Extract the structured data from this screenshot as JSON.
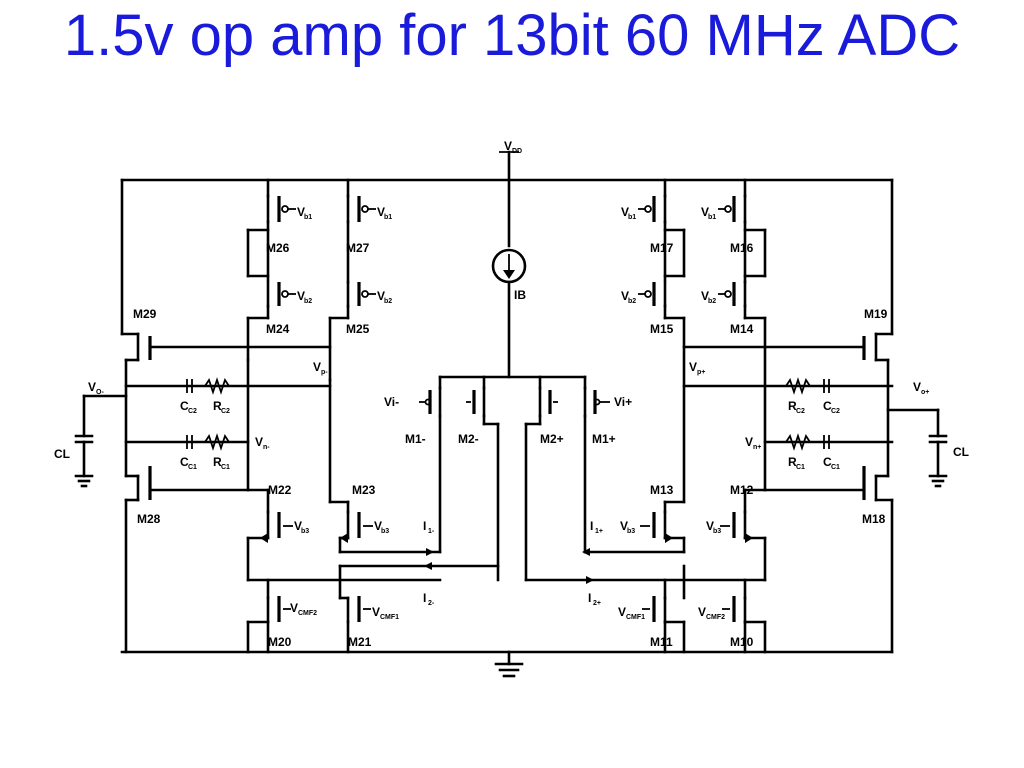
{
  "slide": {
    "title": "1.5v op amp for 13bit 60 MHz ADC"
  },
  "schematic": {
    "supply_label": "V",
    "supply_sub": "DD",
    "bias_current_label": "IB",
    "ground": "ground",
    "transistors": {
      "m26": "M26",
      "m27": "M27",
      "m24": "M24",
      "m25": "M25",
      "m29": "M29",
      "m28": "M28",
      "m22": "M22",
      "m23": "M23",
      "m20": "M20",
      "m21": "M21",
      "m17": "M17",
      "m16": "M16",
      "m15": "M15",
      "m14": "M14",
      "m19": "M19",
      "m18": "M18",
      "m13": "M13",
      "m12": "M12",
      "m11": "M11",
      "m10": "M10",
      "m1m": "M1-",
      "m2m": "M2-",
      "m2p": "M2+",
      "m1p": "M1+"
    },
    "bias": {
      "v": "V",
      "b1": "b1",
      "b2": "b2",
      "b3": "b3",
      "cmf1": "CMF1",
      "cmf2": "CMF2"
    },
    "nodes": {
      "vp_minus": "V",
      "vp_minus_sub": "p-",
      "vn_minus": "V",
      "vn_minus_sub": "n-",
      "vp_plus": "V",
      "vp_plus_sub": "p+",
      "vn_plus": "V",
      "vn_plus_sub": "n+",
      "vo_minus": "V",
      "vo_minus_sub": "O-",
      "vo_plus": "V",
      "vo_plus_sub": "o+",
      "vi_minus": "Vi-",
      "vi_plus": "Vi+"
    },
    "passives": {
      "c": "C",
      "r": "R",
      "c2": "C2",
      "c1": "C1",
      "cl_left": "CL",
      "cl_right": "CL"
    },
    "currents": {
      "i": "I",
      "i1m": "1-",
      "i2m": "2-",
      "i1p": "1+",
      "i2p": "2+"
    }
  }
}
